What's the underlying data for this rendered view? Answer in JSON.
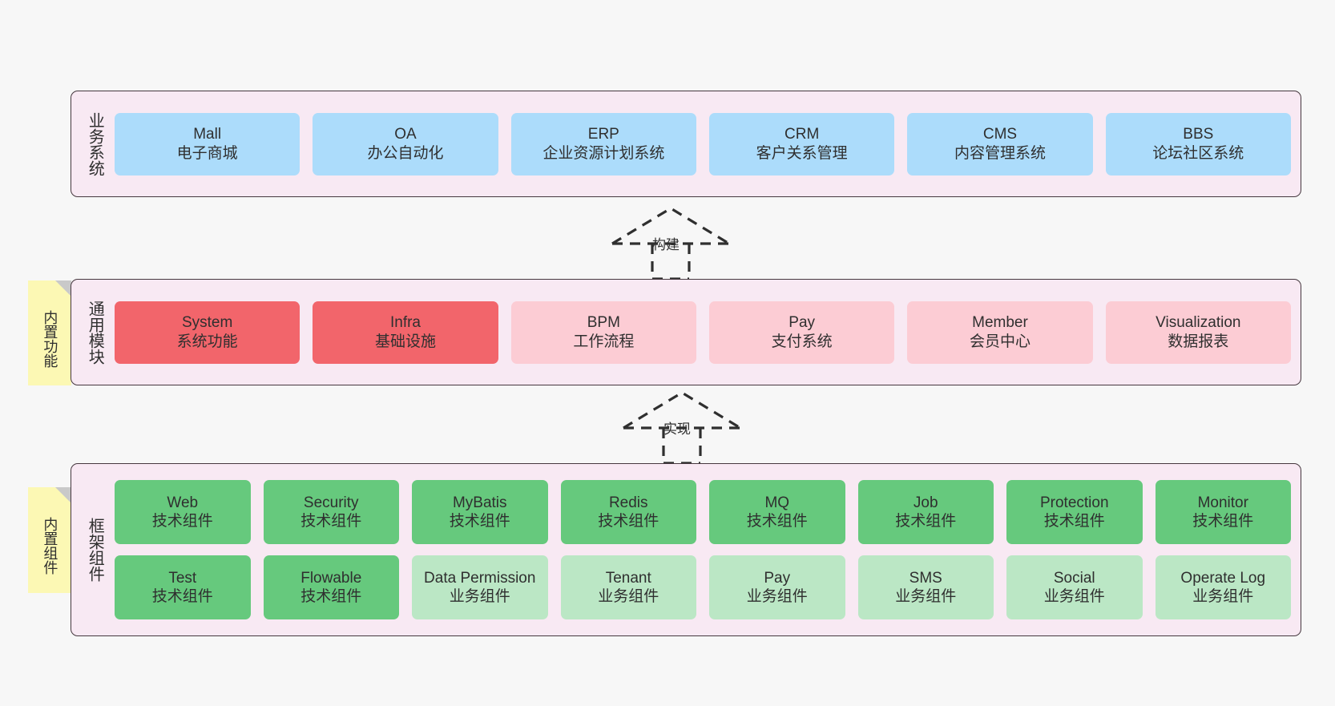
{
  "diagram": {
    "background_color": "#f7f7f7",
    "layer_fill": "#f8e9f3",
    "layer_border": "#46383f",
    "note_color": "#fcf8b4"
  },
  "layers": [
    {
      "id": "business",
      "title": "业务系统",
      "rows": [
        [
          {
            "name": "Mall",
            "desc": "电子商城",
            "color": "#acdcfb",
            "style": "blue"
          },
          {
            "name": "OA",
            "desc": "办公自动化",
            "color": "#acdcfb",
            "style": "blue"
          },
          {
            "name": "ERP",
            "desc": "企业资源计划系统",
            "color": "#acdcfb",
            "style": "blue"
          },
          {
            "name": "CRM",
            "desc": "客户关系管理",
            "color": "#acdcfb",
            "style": "blue"
          },
          {
            "name": "CMS",
            "desc": "内容管理系统",
            "color": "#acdcfb",
            "style": "blue"
          },
          {
            "name": "BBS",
            "desc": "论坛社区系统",
            "color": "#acdcfb",
            "style": "blue"
          }
        ]
      ]
    },
    {
      "id": "common",
      "title": "通用模块",
      "note": "内置功能",
      "rows": [
        [
          {
            "name": "System",
            "desc": "系统功能",
            "color": "#f2656b",
            "style": "red"
          },
          {
            "name": "Infra",
            "desc": "基础设施",
            "color": "#f2656b",
            "style": "red"
          },
          {
            "name": "BPM",
            "desc": "工作流程",
            "color": "#fcccd4",
            "style": "pink"
          },
          {
            "name": "Pay",
            "desc": "支付系统",
            "color": "#fcccd4",
            "style": "pink"
          },
          {
            "name": "Member",
            "desc": "会员中心",
            "color": "#fcccd4",
            "style": "pink"
          },
          {
            "name": "Visualization",
            "desc": "数据报表",
            "color": "#fcccd4",
            "style": "pink"
          }
        ]
      ]
    },
    {
      "id": "frame",
      "title": "框架组件",
      "note": "内置组件",
      "rows": [
        [
          {
            "name": "Web",
            "desc": "技术组件",
            "color": "#66c97d",
            "style": "green"
          },
          {
            "name": "Security",
            "desc": "技术组件",
            "color": "#66c97d",
            "style": "green"
          },
          {
            "name": "MyBatis",
            "desc": "技术组件",
            "color": "#66c97d",
            "style": "green"
          },
          {
            "name": "Redis",
            "desc": "技术组件",
            "color": "#66c97d",
            "style": "green"
          },
          {
            "name": "MQ",
            "desc": "技术组件",
            "color": "#66c97d",
            "style": "green"
          },
          {
            "name": "Job",
            "desc": "技术组件",
            "color": "#66c97d",
            "style": "green"
          },
          {
            "name": "Protection",
            "desc": "技术组件",
            "color": "#66c97d",
            "style": "green"
          },
          {
            "name": "Monitor",
            "desc": "技术组件",
            "color": "#66c97d",
            "style": "green"
          }
        ],
        [
          {
            "name": "Test",
            "desc": "技术组件",
            "color": "#66c97d",
            "style": "green"
          },
          {
            "name": "Flowable",
            "desc": "技术组件",
            "color": "#66c97d",
            "style": "green"
          },
          {
            "name": "Data Permission",
            "desc": "业务组件",
            "color": "#bbe7c5",
            "style": "greenlight"
          },
          {
            "name": "Tenant",
            "desc": "业务组件",
            "color": "#bbe7c5",
            "style": "greenlight"
          },
          {
            "name": "Pay",
            "desc": "业务组件",
            "color": "#bbe7c5",
            "style": "greenlight"
          },
          {
            "name": "SMS",
            "desc": "业务组件",
            "color": "#bbe7c5",
            "style": "greenlight"
          },
          {
            "name": "Social",
            "desc": "业务组件",
            "color": "#bbe7c5",
            "style": "greenlight"
          },
          {
            "name": "Operate Log",
            "desc": "业务组件",
            "color": "#bbe7c5",
            "style": "greenlight"
          }
        ]
      ]
    }
  ],
  "connectors": [
    {
      "id": "build",
      "label": "构建",
      "from": "common",
      "to": "business",
      "style": "dashed-hollow-arrow-up"
    },
    {
      "id": "impl",
      "label": "实现",
      "from": "frame",
      "to": "common",
      "style": "dashed-hollow-arrow-up"
    }
  ]
}
